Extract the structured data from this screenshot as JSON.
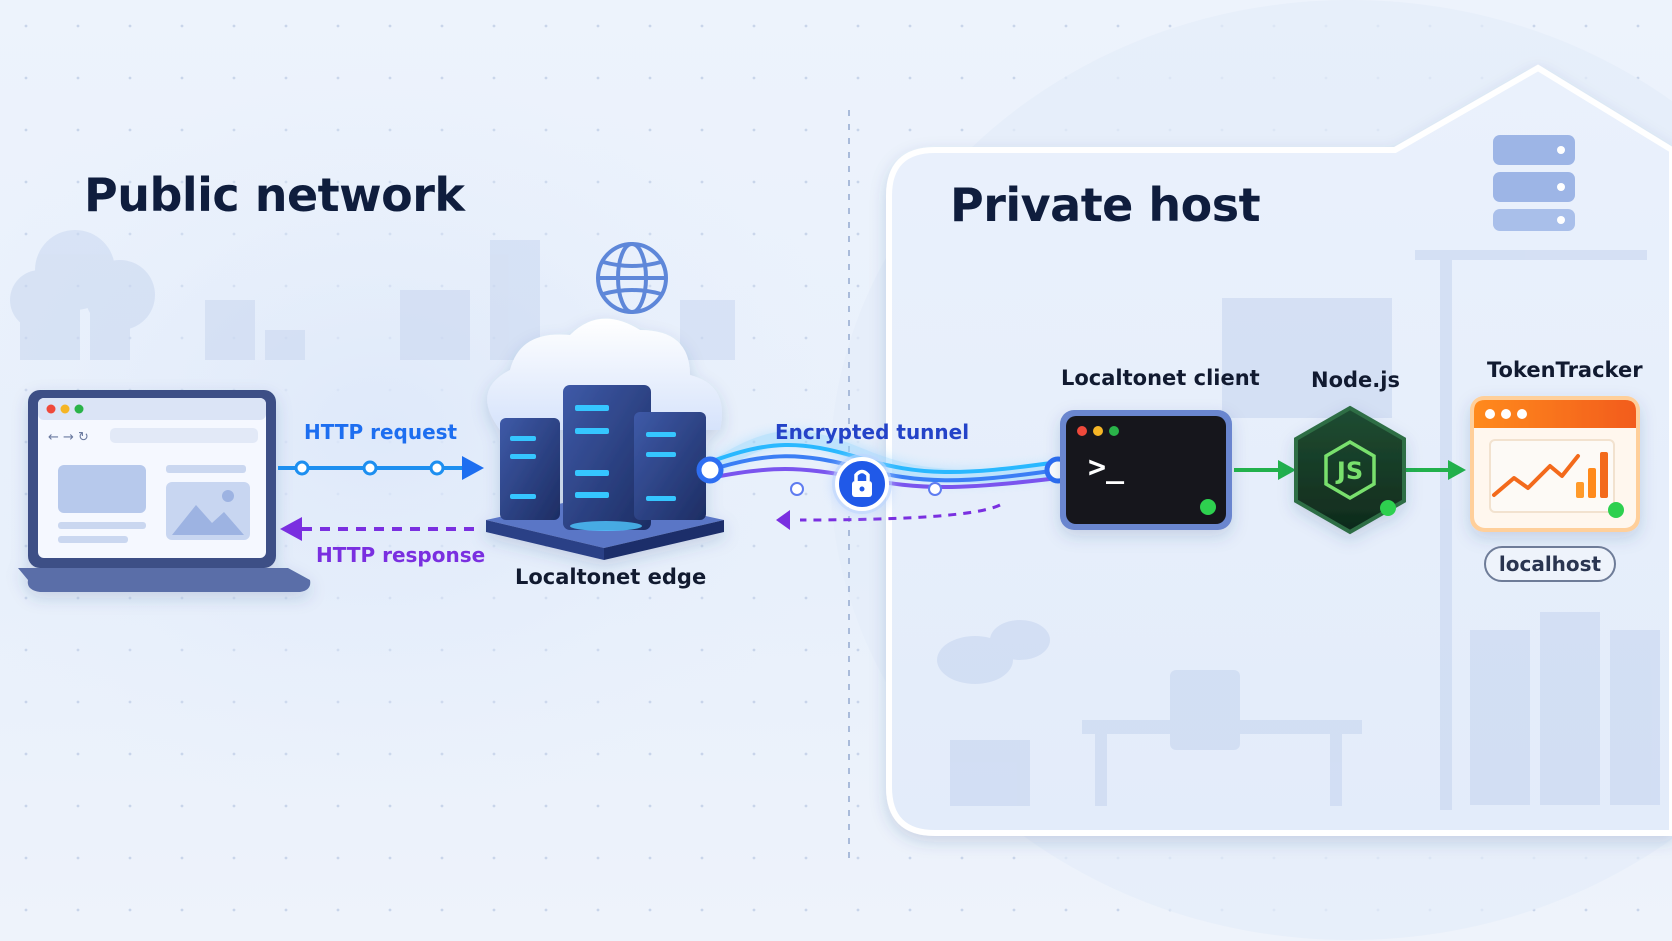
{
  "zones": {
    "public": {
      "title": "Public network"
    },
    "private": {
      "title": "Private host"
    }
  },
  "nodes": {
    "browser": {
      "icon": "browser-window-icon"
    },
    "edge": {
      "label": "Localtonet edge",
      "icon": "cloud-servers-icon",
      "badge_icon": "globe-icon"
    },
    "client": {
      "label": "Localtonet client",
      "icon": "terminal-icon"
    },
    "runtime": {
      "label": "Node.js",
      "icon": "nodejs-icon"
    },
    "app": {
      "label": "TokenTracker",
      "icon": "chart-window-icon",
      "tag": "localhost"
    },
    "host_stack": {
      "icon": "server-stack-icon"
    }
  },
  "connections": {
    "request": {
      "label": "HTTP request"
    },
    "response": {
      "label": "HTTP response"
    },
    "tunnel": {
      "label": "Encrypted tunnel",
      "icon": "lock-icon"
    }
  },
  "colors": {
    "heading": "#0f1d3d",
    "request": "#1d6ef0",
    "response": "#7a2fe0",
    "tunnel": "#3b7ef5",
    "runtime_arrow": "#22b14c",
    "app_accent": "#f36a1a",
    "terminal_bg": "#14171f"
  }
}
